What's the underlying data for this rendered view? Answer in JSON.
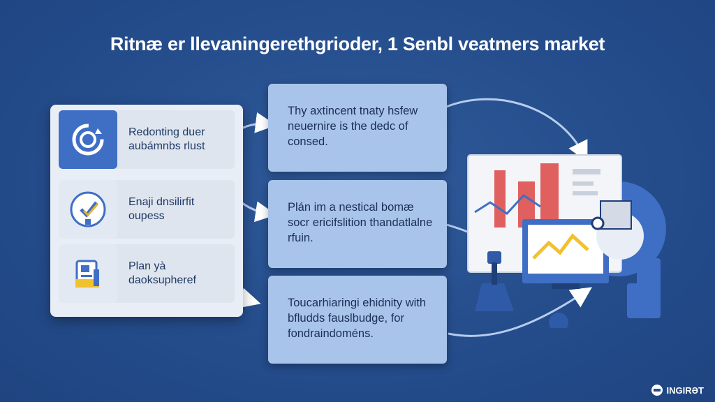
{
  "title": "Ritnæ er llevaningerethgrioder, 1 Senbl veatmers market",
  "left_items": [
    {
      "icon": "refresh-cycle-icon",
      "text": "Redonting duer aubámnbs rlust"
    },
    {
      "icon": "shield-check-icon",
      "text": "Enaji dnsilirfit oupess"
    },
    {
      "icon": "document-chart-icon",
      "text": "Plan yà daoksupheref"
    }
  ],
  "boxes": [
    {
      "text": "Thy axtincent tnaty hsfew neuernire is the dedc of consed."
    },
    {
      "text": "Plán im a nestical bomæ socr ericifslition thandatlalne rfuin."
    },
    {
      "text": "Toucarhiaringi ehidnity with bfludds fauslbudge, for fondraindoméns."
    }
  ],
  "brand": "INGIRƏT",
  "colors": {
    "background": "#254d8c",
    "panel": "#e9eef6",
    "box": "#a9c4ea",
    "accent_blue": "#3f6fc4",
    "bar_red": "#e06060",
    "line_yellow": "#f2c12e"
  }
}
